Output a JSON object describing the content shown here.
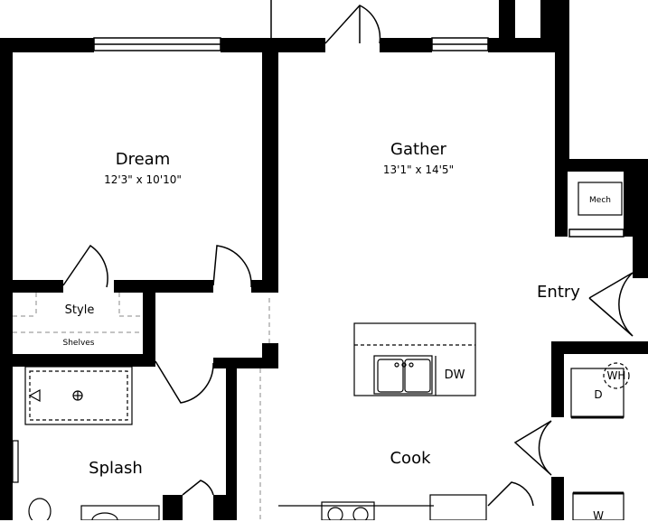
{
  "rooms": {
    "dream": {
      "name": "Dream",
      "dims": "12'3\" x 10'10\""
    },
    "gather": {
      "name": "Gather",
      "dims": "13'1\" x 14'5\""
    },
    "entry": {
      "name": "Entry"
    },
    "cook": {
      "name": "Cook"
    },
    "splash": {
      "name": "Splash"
    },
    "style": {
      "name": "Style"
    }
  },
  "fixtures": {
    "shelves": "Shelves",
    "mech": "Mech",
    "dishwasher": "DW",
    "water_heater": "WH",
    "dryer": "D",
    "washer": "W"
  }
}
